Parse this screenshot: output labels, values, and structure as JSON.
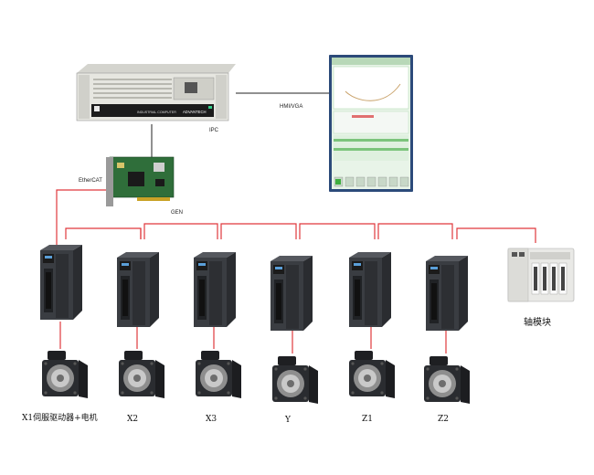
{
  "ipc": {
    "label": "IPC",
    "front_text": "INDUSTRIAL COMPUTER",
    "brand": "ADVANTECH"
  },
  "link_hmi": {
    "label": "HMI/VGA"
  },
  "card": {
    "label": "GEN"
  },
  "bus": {
    "label": "EtherCAT"
  },
  "axes": [
    {
      "id": "x1",
      "label": "X1伺服驱动器+电机"
    },
    {
      "id": "x2",
      "label": "X2"
    },
    {
      "id": "x3",
      "label": "X3"
    },
    {
      "id": "y",
      "label": "Y"
    },
    {
      "id": "z1",
      "label": "Z1"
    },
    {
      "id": "z2",
      "label": "Z2"
    }
  ],
  "io_module": {
    "label": "轴模块"
  },
  "colors": {
    "bus_line": "#e0383c",
    "link_line": "#222222",
    "ipc_body": "#e6e6e0",
    "drive_body": "#3a3d42",
    "motor_body": "#2a2c30",
    "hmi_bg": "#e8f4e8",
    "hmi_frame": "#2c4a7a"
  }
}
